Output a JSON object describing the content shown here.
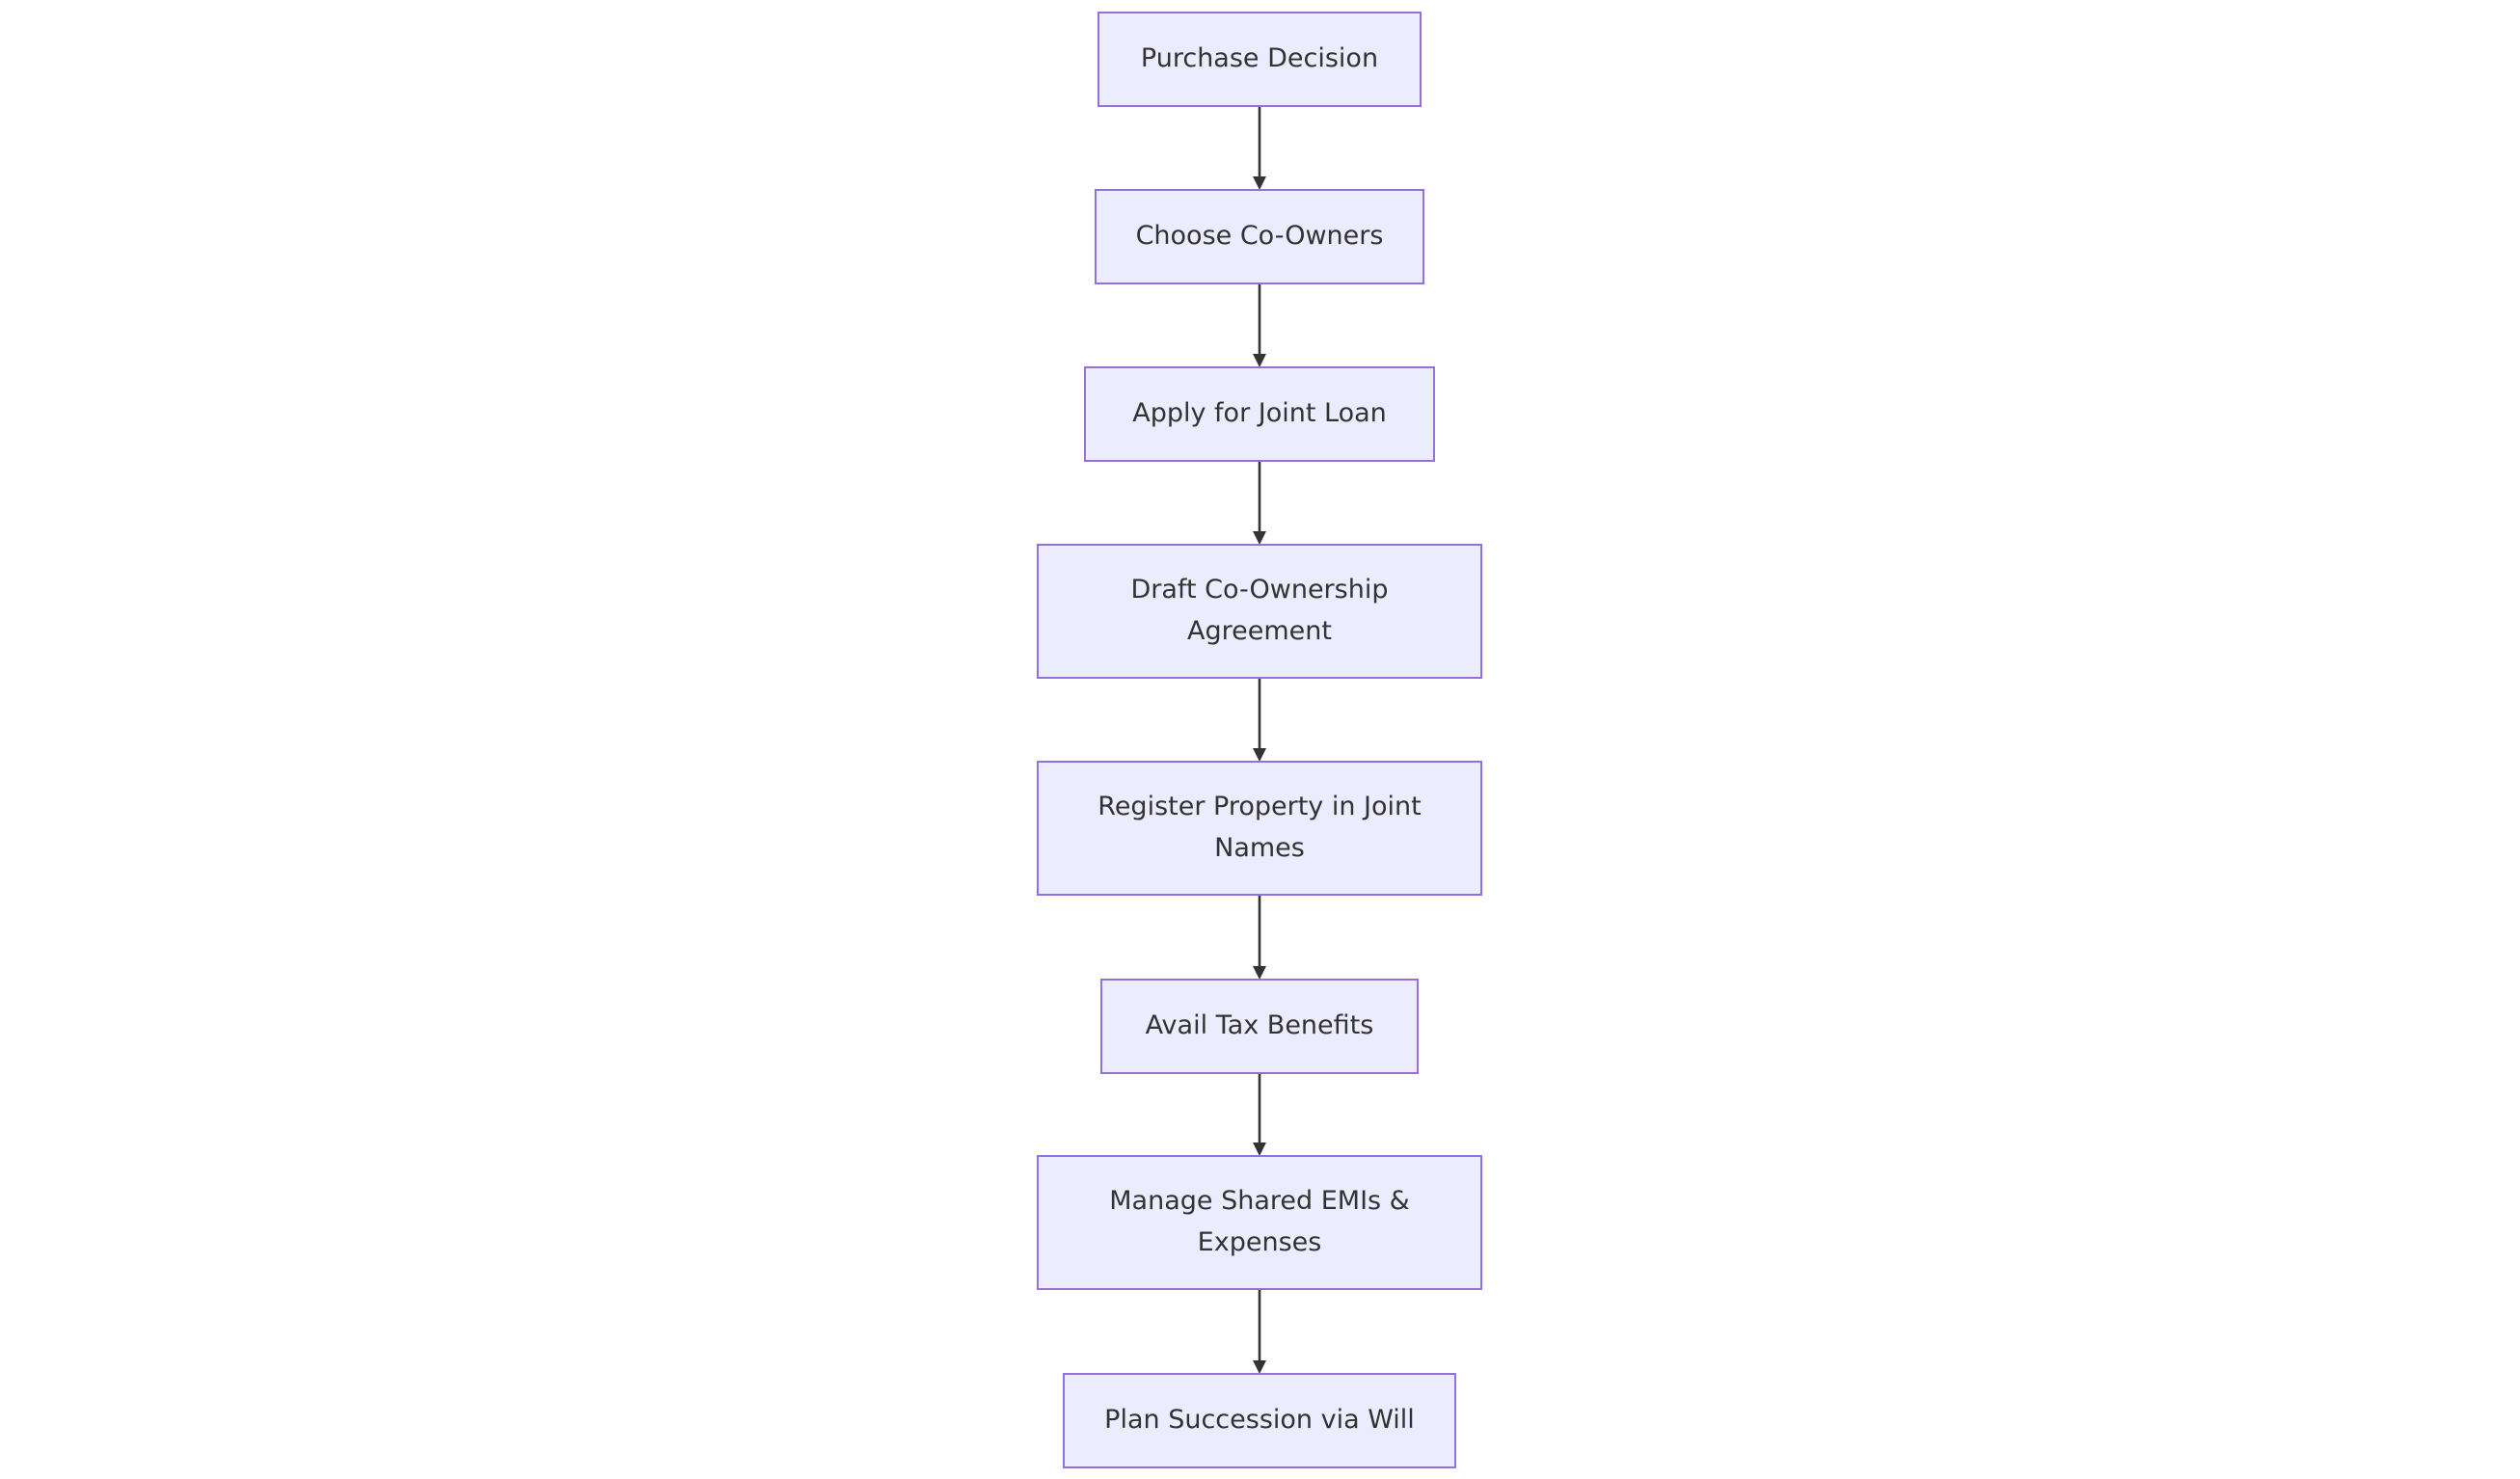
{
  "diagram": {
    "type": "flowchart",
    "direction": "top-down",
    "colors": {
      "node_fill": "#ECECFF",
      "node_border": "#9370DB",
      "text": "#333333",
      "edge": "#333333",
      "background": "#FFFFFF"
    },
    "nodes": [
      {
        "id": "purchase-decision",
        "lines": [
          "Purchase Decision"
        ]
      },
      {
        "id": "choose-co-owners",
        "lines": [
          "Choose Co-Owners"
        ]
      },
      {
        "id": "apply-joint-loan",
        "lines": [
          "Apply for Joint Loan"
        ]
      },
      {
        "id": "draft-agreement",
        "lines": [
          "Draft Co-Ownership",
          "Agreement"
        ]
      },
      {
        "id": "register-property",
        "lines": [
          "Register Property in Joint",
          "Names"
        ]
      },
      {
        "id": "avail-tax-benefits",
        "lines": [
          "Avail Tax Benefits"
        ]
      },
      {
        "id": "manage-emis",
        "lines": [
          "Manage Shared EMIs &",
          "Expenses"
        ]
      },
      {
        "id": "plan-succession",
        "lines": [
          "Plan Succession via Will"
        ]
      }
    ],
    "edges": [
      {
        "from": "purchase-decision",
        "to": "choose-co-owners"
      },
      {
        "from": "choose-co-owners",
        "to": "apply-joint-loan"
      },
      {
        "from": "apply-joint-loan",
        "to": "draft-agreement"
      },
      {
        "from": "draft-agreement",
        "to": "register-property"
      },
      {
        "from": "register-property",
        "to": "avail-tax-benefits"
      },
      {
        "from": "avail-tax-benefits",
        "to": "manage-emis"
      },
      {
        "from": "manage-emis",
        "to": "plan-succession"
      }
    ]
  }
}
